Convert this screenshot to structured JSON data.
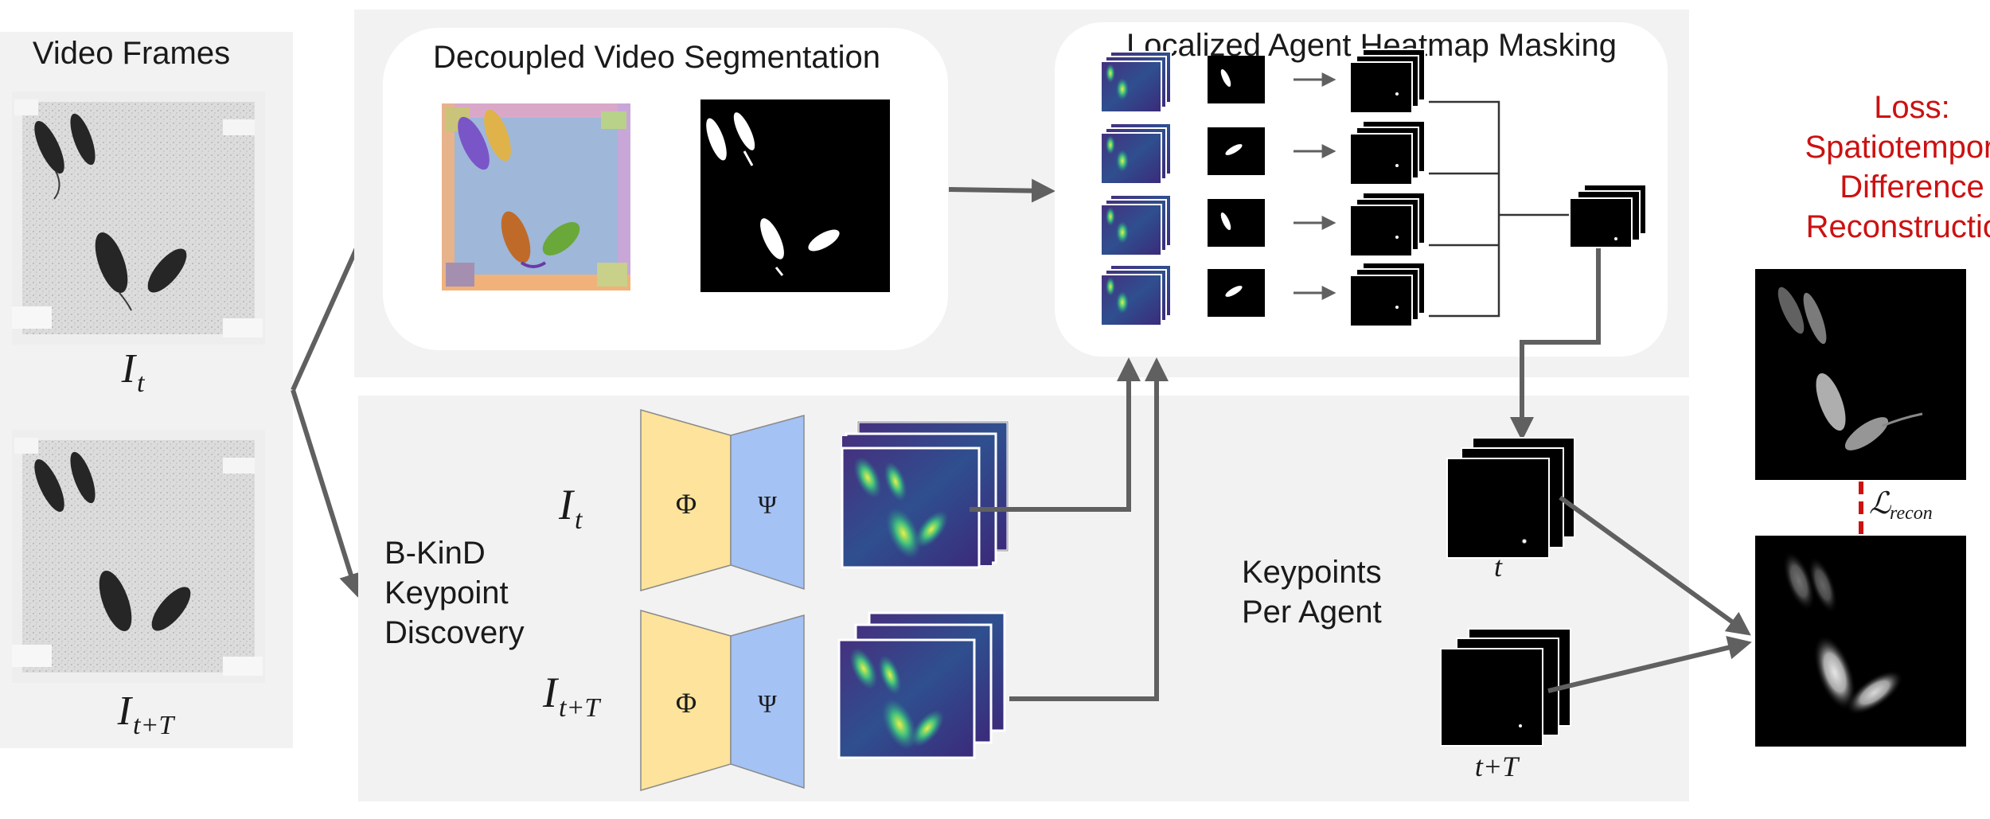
{
  "video_frames": {
    "title": "Video Frames",
    "frame_t_label": "I",
    "frame_t_sub": "t",
    "frame_tT_label": "I",
    "frame_tT_sub": "t+T"
  },
  "segmentation": {
    "title": "Decoupled Video Segmentation"
  },
  "masking": {
    "title": "Localized Agent Heatmap Masking"
  },
  "bkind": {
    "label_line1": "B-KinD",
    "label_line2": "Keypoint",
    "label_line3": "Discovery",
    "input_t": "I",
    "input_t_sub": "t",
    "input_tT": "I",
    "input_tT_sub": "t+T",
    "encoder_symbol": "Φ",
    "decoder_symbol": "Ψ"
  },
  "keypoints": {
    "label_line1": "Keypoints",
    "label_line2": "Per Agent",
    "t_label": "t",
    "tT_label": "t+T"
  },
  "loss": {
    "line1": "Loss:",
    "line2": "Spatiotemporal",
    "line3": "Difference",
    "line4": "Reconstruction",
    "recon_symbol": "ℒ",
    "recon_sub": "recon"
  },
  "colors": {
    "panel_bg": "#f2f2f2",
    "card_bg": "#ffffff",
    "arrow": "#606060",
    "encoder": "#fde39b",
    "decoder": "#a4c2f4",
    "loss_text": "#cc1111",
    "heatmap_dark": "#3b2a7a"
  }
}
